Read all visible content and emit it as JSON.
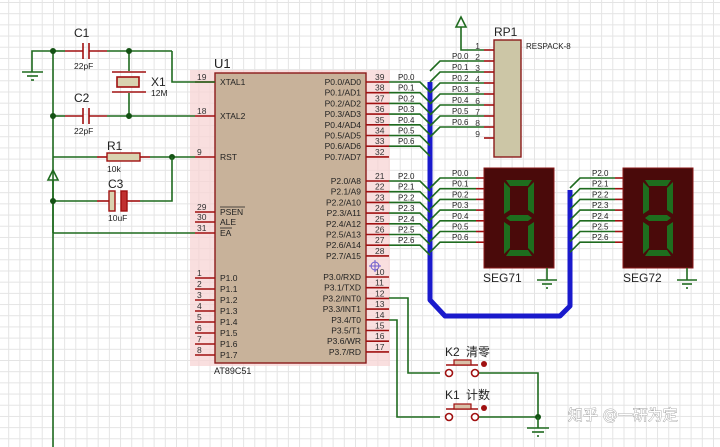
{
  "schematic": {
    "mcu": {
      "ref": "U1",
      "part": "AT89C51",
      "left_pins": [
        {
          "num": "19",
          "name": "XTAL1"
        },
        {
          "num": "18",
          "name": "XTAL2"
        },
        {
          "num": "9",
          "name": "RST"
        },
        {
          "num": "29",
          "name": "PSEN"
        },
        {
          "num": "30",
          "name": "ALE"
        },
        {
          "num": "31",
          "name": "EA"
        },
        {
          "num": "1",
          "name": "P1.0"
        },
        {
          "num": "2",
          "name": "P1.1"
        },
        {
          "num": "3",
          "name": "P1.2"
        },
        {
          "num": "4",
          "name": "P1.3"
        },
        {
          "num": "5",
          "name": "P1.4"
        },
        {
          "num": "6",
          "name": "P1.5"
        },
        {
          "num": "7",
          "name": "P1.6"
        },
        {
          "num": "8",
          "name": "P1.7"
        }
      ],
      "right_pins": [
        {
          "num": "39",
          "name": "P0.0/AD0"
        },
        {
          "num": "38",
          "name": "P0.1/AD1"
        },
        {
          "num": "37",
          "name": "P0.2/AD2"
        },
        {
          "num": "36",
          "name": "P0.3/AD3"
        },
        {
          "num": "35",
          "name": "P0.4/AD4"
        },
        {
          "num": "34",
          "name": "P0.5/AD5"
        },
        {
          "num": "33",
          "name": "P0.6/AD6"
        },
        {
          "num": "32",
          "name": "P0.7/AD7"
        },
        {
          "num": "21",
          "name": "P2.0/A8"
        },
        {
          "num": "22",
          "name": "P2.1/A9"
        },
        {
          "num": "23",
          "name": "P2.2/A10"
        },
        {
          "num": "24",
          "name": "P2.3/A11"
        },
        {
          "num": "25",
          "name": "P2.4/A12"
        },
        {
          "num": "26",
          "name": "P2.5/A13"
        },
        {
          "num": "27",
          "name": "P2.6/A14"
        },
        {
          "num": "28",
          "name": "P2.7/A15"
        },
        {
          "num": "10",
          "name": "P3.0/RXD"
        },
        {
          "num": "11",
          "name": "P3.1/TXD"
        },
        {
          "num": "12",
          "name": "P3.2/INT0"
        },
        {
          "num": "13",
          "name": "P3.3/INT1"
        },
        {
          "num": "14",
          "name": "P3.4/T0"
        },
        {
          "num": "15",
          "name": "P3.5/T1"
        },
        {
          "num": "16",
          "name": "P3.6/WR"
        },
        {
          "num": "17",
          "name": "P3.7/RD"
        }
      ]
    },
    "components": {
      "c1": {
        "ref": "C1",
        "value": "22pF"
      },
      "c2": {
        "ref": "C2",
        "value": "22pF"
      },
      "x1": {
        "ref": "X1",
        "value": "12M"
      },
      "r1": {
        "ref": "R1",
        "value": "10k"
      },
      "c3": {
        "ref": "C3",
        "value": "10uF"
      },
      "rp1": {
        "ref": "RP1",
        "value": "RESPACK-8",
        "pins": [
          "1",
          "2",
          "3",
          "4",
          "5",
          "6",
          "7",
          "8",
          "9"
        ]
      },
      "seg71": {
        "ref": "SEG71"
      },
      "seg72": {
        "ref": "SEG72"
      },
      "k2": {
        "ref": "K2",
        "label": "清零"
      },
      "k1": {
        "ref": "K1",
        "label": "计数"
      }
    },
    "nets": {
      "p0_left": [
        "P0.0",
        "P0.1",
        "P0.2",
        "P0.3",
        "P0.4",
        "P0.5",
        "P0.6"
      ],
      "p0_rp": [
        "P0.0",
        "P0.1",
        "P0.2",
        "P0.3",
        "P0.4",
        "P0.5",
        "P0.6"
      ],
      "p2_left": [
        "P2.0",
        "P2.1",
        "P2.2",
        "P2.3",
        "P2.4",
        "P2.5",
        "P2.6"
      ],
      "seg71_in": [
        "P0.0",
        "P0.1",
        "P0.2",
        "P0.3",
        "P0.4",
        "P0.5",
        "P0.6"
      ],
      "seg72_in": [
        "P2.0",
        "P2.1",
        "P2.2",
        "P2.3",
        "P2.4",
        "P2.5",
        "P2.6"
      ]
    },
    "colors": {
      "wire": "#1f6b1f",
      "pin": "#a01010",
      "bus": "#1a1acc",
      "chip_body": "#c8b29a",
      "segment_on": "#1e6e1e",
      "display_body": "#4a0a0a"
    },
    "watermark": "知乎 @一研为定"
  }
}
